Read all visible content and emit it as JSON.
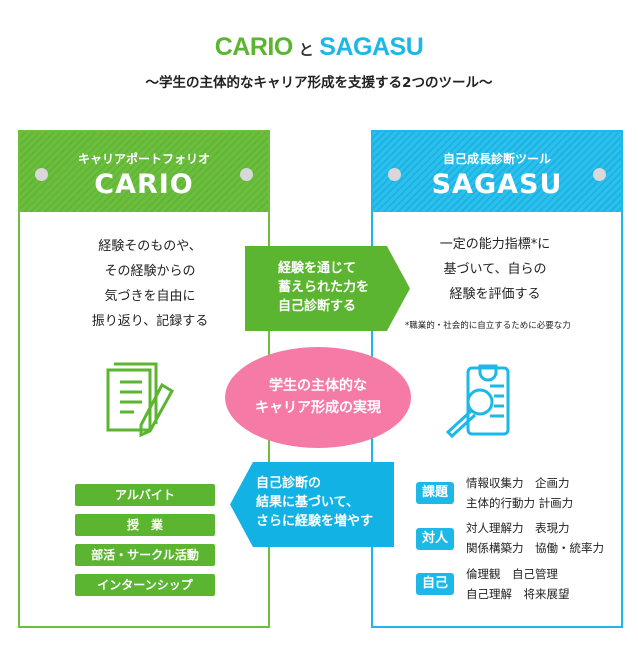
{
  "header": {
    "title_cario": "CARIO",
    "title_and": "と",
    "title_sagasu": "SAGASU",
    "subtitle": "〜学生の主体的なキャリア形成を支援する2つのツール〜"
  },
  "cario": {
    "subtitle": "キャリアポートフォリオ",
    "name": "CARIO",
    "desc": [
      "経験そのものや、",
      "その経験からの",
      "気づきを自由に",
      "振り返り、記録する"
    ],
    "buttons": [
      "アルバイト",
      "授　業",
      "部活・サークル活動",
      "インターンシップ"
    ]
  },
  "sagasu": {
    "subtitle": "自己成長診断ツール",
    "name": "SAGASU",
    "desc": [
      "一定の能力指標*に",
      "基づいて、自らの",
      "経験を評価する"
    ],
    "note": "*職業的・社会的に自立するために必要な力",
    "groups": [
      {
        "tag": "課題",
        "lines": [
          "情報収集力　企画力",
          "主体的行動力 計画力"
        ]
      },
      {
        "tag": "対人",
        "lines": [
          "対人理解力　表現力",
          "関係構築力　協働・統率力"
        ]
      },
      {
        "tag": "自己",
        "lines": [
          "倫理観　自己管理",
          "自己理解　将来展望"
        ]
      }
    ]
  },
  "center": {
    "to_sagasu": [
      "経験を通じて",
      "蓄えられた力を",
      "自己診断する"
    ],
    "goal": [
      "学生の主体的な",
      "キャリア形成の実現"
    ],
    "to_cario": [
      "自己診断の",
      "結果に基づいて、",
      "さらに経験を増やす"
    ]
  },
  "colors": {
    "green": "#5cb531",
    "blue": "#1db8e8",
    "pink": "#f57ba6"
  }
}
